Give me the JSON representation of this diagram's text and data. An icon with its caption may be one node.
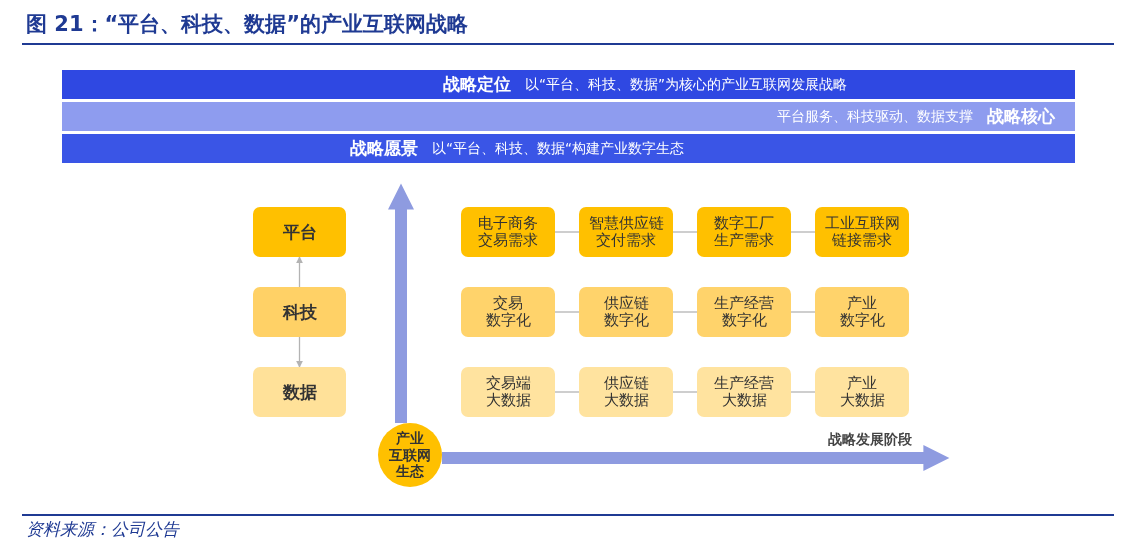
{
  "diagram": {
    "title": "图 21：“平台、科技、数据”的产业互联网战略",
    "caption": "资料来源：公司公告",
    "nodes": [
      {
        "text": [
          "战略定位",
          "以“平台、科技、数据”为核心的产业互联网发展战略"
        ]
      },
      {
        "text": [
          "平台服务、科技驱动、数据支撑",
          "战略核心"
        ]
      },
      {
        "text": [
          "战略愿景",
          "以“平台、科技、数据“构建产业数字生态"
        ]
      },
      {
        "text": [
          "平台"
        ]
      },
      {
        "text": [
          "科技"
        ]
      },
      {
        "text": [
          "数据"
        ]
      },
      {
        "text": [
          "电子商务交易需求"
        ]
      },
      {
        "text": [
          "智慧供应链交付需求"
        ]
      },
      {
        "text": [
          "数字工厂生产需求"
        ]
      },
      {
        "text": [
          "工业互联网链接需求"
        ]
      },
      {
        "text": [
          "交易数字化"
        ]
      },
      {
        "text": [
          "供应链数字化"
        ]
      },
      {
        "text": [
          "生产经营数字化"
        ]
      },
      {
        "text": [
          "产业数字化"
        ]
      },
      {
        "text": [
          "交易端大数据"
        ]
      },
      {
        "text": [
          "供应链大数据"
        ]
      },
      {
        "text": [
          "生产经营大数据"
        ]
      },
      {
        "text": [
          "产业大数据"
        ]
      },
      {
        "text": [
          "产业互联网生态"
        ]
      }
    ],
    "edges": [
      {
        "from": 4,
        "to": 3,
        "arrow": "to"
      },
      {
        "from": 4,
        "to": 5,
        "arrow": "to"
      },
      {
        "from": 6,
        "to": 7,
        "arrow": "none"
      },
      {
        "from": 7,
        "to": 8,
        "arrow": "none"
      },
      {
        "from": 8,
        "to": 9,
        "arrow": "none"
      },
      {
        "from": 10,
        "to": 11,
        "arrow": "none"
      },
      {
        "from": 11,
        "to": 12,
        "arrow": "none"
      },
      {
        "from": 12,
        "to": 13,
        "arrow": "none"
      },
      {
        "from": 14,
        "to": 15,
        "arrow": "none"
      },
      {
        "from": 15,
        "to": 16,
        "arrow": "none"
      },
      {
        "from": 16,
        "to": 17,
        "arrow": "none"
      }
    ],
    "labels": [
      "战略发展阶段"
    ]
  }
}
